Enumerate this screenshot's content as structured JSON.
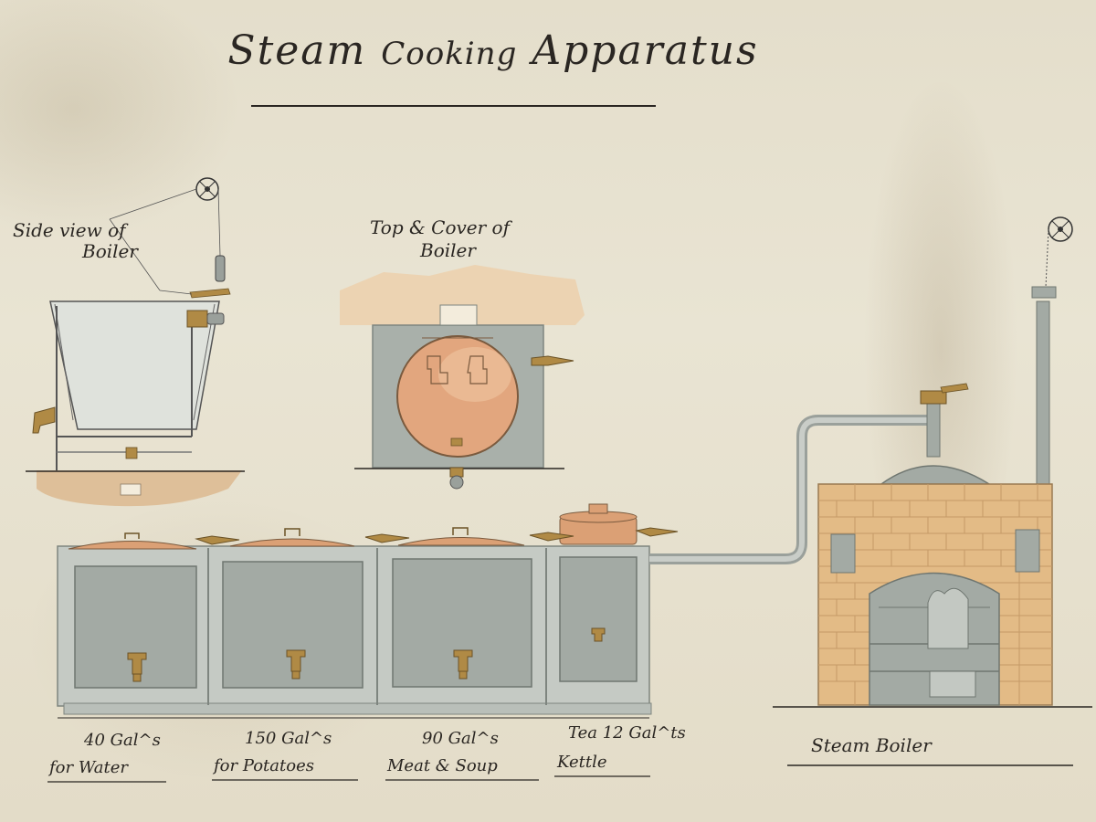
{
  "title": {
    "part1": "Steam",
    "part2": "Cooking",
    "part3": "Apparatus"
  },
  "views": {
    "side_view_line1": "Side view of",
    "side_view_line2": "Boiler",
    "top_cover_line1": "Top & Cover of",
    "top_cover_line2": "Boiler"
  },
  "vessels": [
    {
      "capacity": "40 Gal^s",
      "purpose": "for Water"
    },
    {
      "capacity": "150 Gal^s",
      "purpose": "for Potatoes"
    },
    {
      "capacity": "90 Gal^s",
      "purpose": "Meat & Soup"
    },
    {
      "capacity": "Tea 12 Gal^ts",
      "purpose": "Kettle"
    }
  ],
  "steam_boiler_label": "Steam Boiler",
  "colors": {
    "paper": "#e7e1cf",
    "ink": "#2a2622",
    "slate": "#a9b0aa",
    "slate_dark": "#8f9792",
    "copper": "#d79a6f",
    "brass": "#b08a45",
    "brick": "#e3bb86",
    "parchment": "#ecd0ae"
  }
}
